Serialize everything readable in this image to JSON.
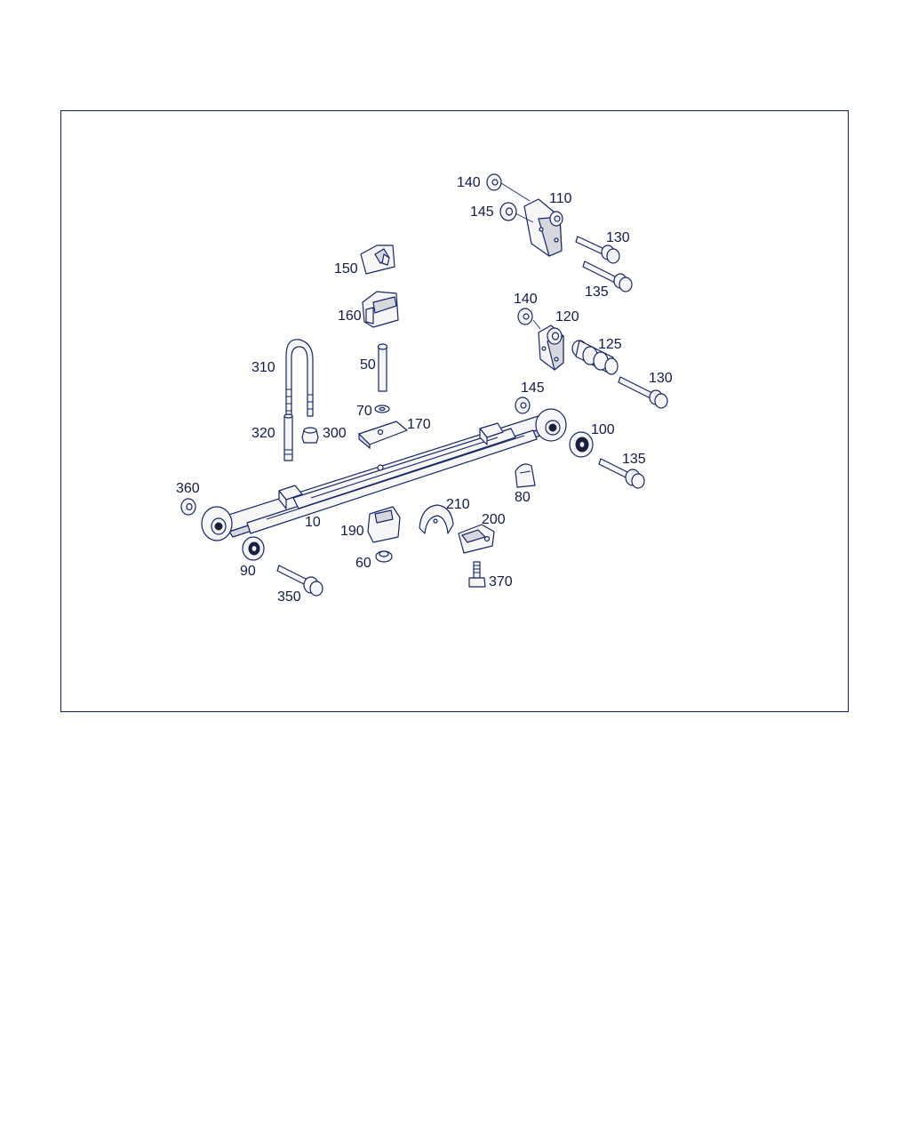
{
  "frame_color": "#0d1f55",
  "line_color": "#16256a",
  "callouts": {
    "c10": "10",
    "c50": "50",
    "c60": "60",
    "c70": "70",
    "c80": "80",
    "c90": "90",
    "c100": "100",
    "c110": "110",
    "c120": "120",
    "c125": "125",
    "c130a": "130",
    "c130b": "130",
    "c135a": "135",
    "c135b": "135",
    "c140a": "140",
    "c140b": "140",
    "c145a": "145",
    "c145b": "145",
    "c150": "150",
    "c160": "160",
    "c170": "170",
    "c190": "190",
    "c200": "200",
    "c210": "210",
    "c300": "300",
    "c310": "310",
    "c320": "320",
    "c350": "350",
    "c360": "360",
    "c370": "370"
  }
}
